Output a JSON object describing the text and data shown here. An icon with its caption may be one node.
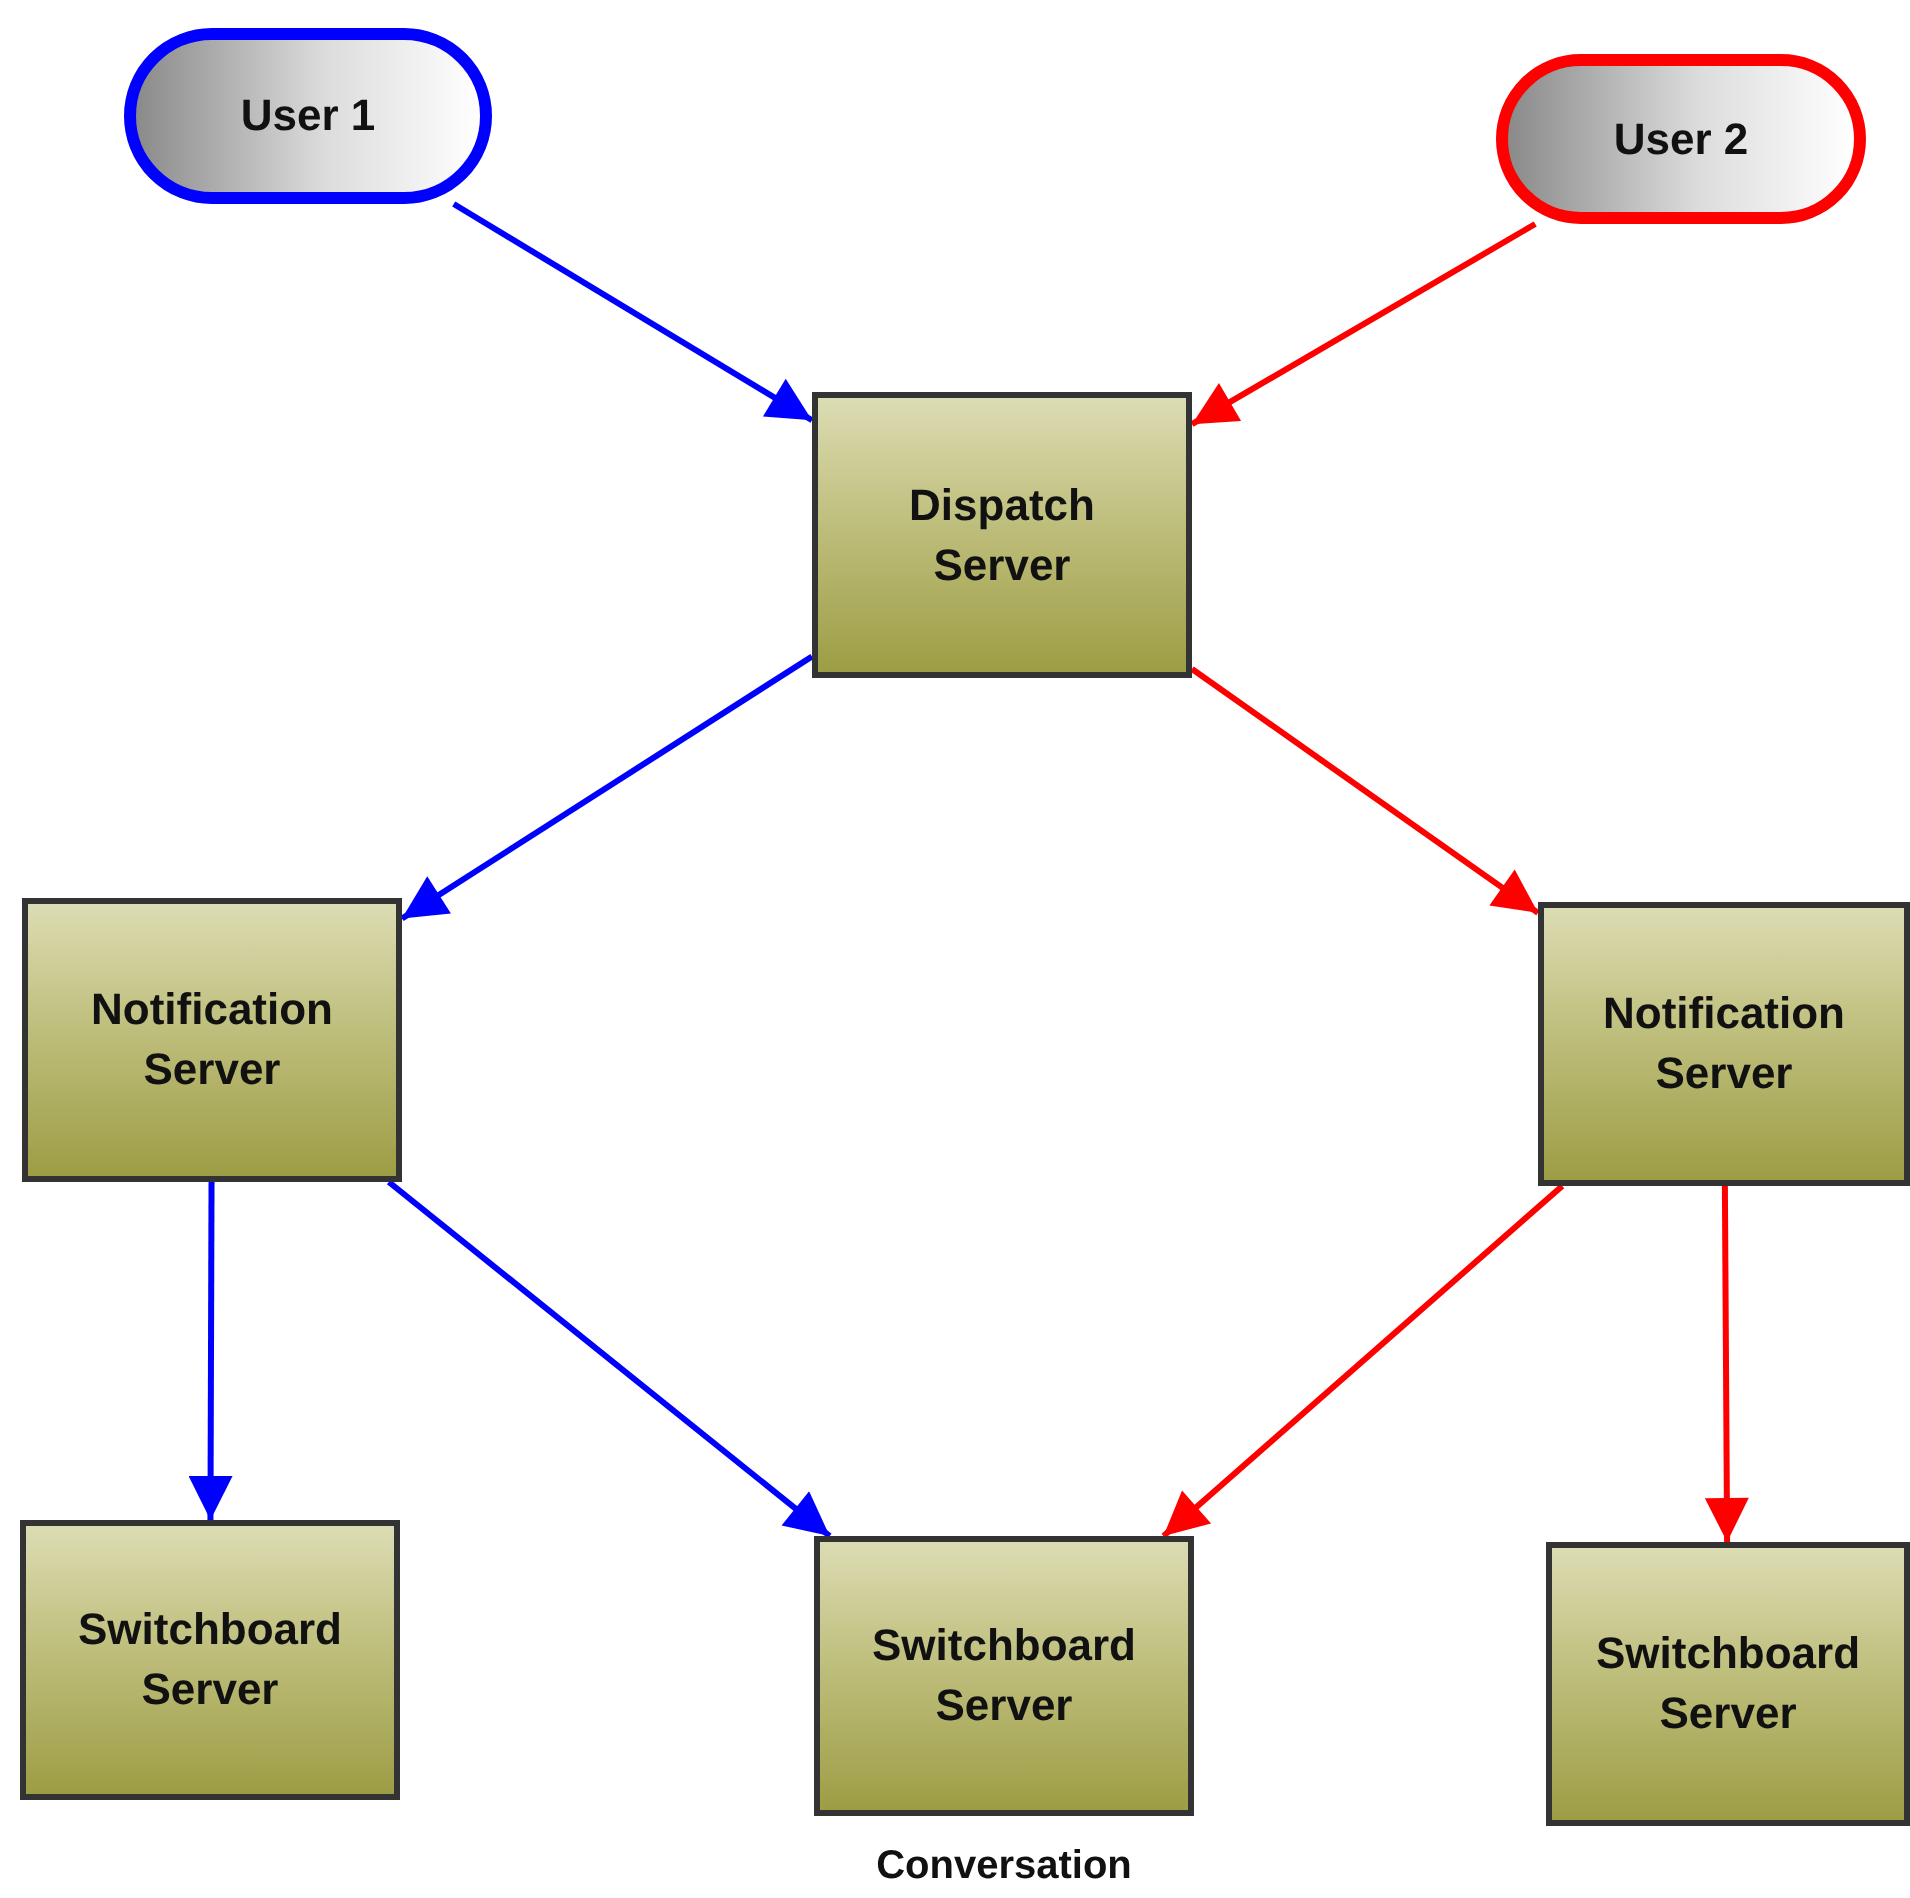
{
  "diagram": {
    "nodes": [
      {
        "text": [
          "User 1"
        ]
      },
      {
        "text": [
          "User 2"
        ]
      },
      {
        "text": [
          "Dispatch Server"
        ]
      },
      {
        "text": [
          "Notification Server"
        ]
      },
      {
        "text": [
          "Notification Server"
        ]
      },
      {
        "text": [
          "Switchboard Server"
        ]
      },
      {
        "text": [
          "Switchboard Server"
        ],
        "beside": [
          "Conversation"
        ]
      },
      {
        "text": [
          "Switchboard Server"
        ]
      }
    ],
    "edges": [
      {
        "from": 0,
        "to": 2,
        "arrow": "to",
        "color": "#0000ff"
      },
      {
        "from": 1,
        "to": 2,
        "arrow": "to",
        "color": "#ff0000"
      },
      {
        "from": 2,
        "to": 3,
        "arrow": "to",
        "color": "#0000ff"
      },
      {
        "from": 2,
        "to": 4,
        "arrow": "to",
        "color": "#ff0000"
      },
      {
        "from": 3,
        "to": 5,
        "arrow": "to",
        "color": "#0000ff"
      },
      {
        "from": 3,
        "to": 6,
        "arrow": "to",
        "color": "#0000ff"
      },
      {
        "from": 4,
        "to": 6,
        "arrow": "to",
        "color": "#ff0000"
      },
      {
        "from": 4,
        "to": 7,
        "arrow": "to",
        "color": "#ff0000"
      }
    ]
  }
}
